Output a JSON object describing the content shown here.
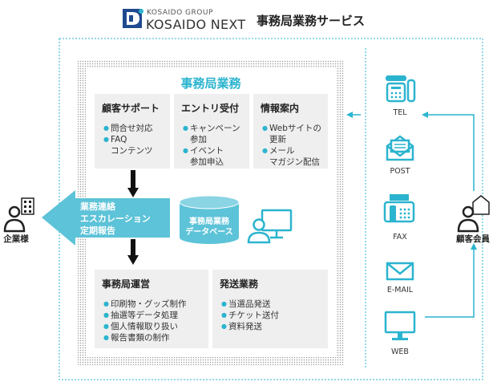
{
  "header": {
    "brand_small": "KOSAIDO GROUP",
    "brand_large": "KOSAIDO NEXT",
    "title": "事務局業務サービス"
  },
  "center": {
    "title": "事務局業務",
    "cards_top": [
      {
        "title": "顧客サポート",
        "items": [
          "問合せ対応",
          "FAQ\nコンテンツ"
        ]
      },
      {
        "title": "エントリ受付",
        "items": [
          "キャンペーン\n参加",
          "イベント\n参加申込"
        ]
      },
      {
        "title": "情報案内",
        "items": [
          "Webサイトの\n更新",
          "メール\nマガジン配信"
        ]
      }
    ],
    "arrow_text": "業務連絡\nエスカレーション\n定期報告",
    "database": "事務局業務\nデータベース",
    "cards_bottom": [
      {
        "title": "事務局運営",
        "items": [
          "印刷物・グッズ制作",
          "抽選等データ処理",
          "個人情報取り扱い",
          "報告書類の制作"
        ]
      },
      {
        "title": "発送業務",
        "items": [
          "当選品発送",
          "チケット送付",
          "資料発送"
        ]
      }
    ]
  },
  "channels": [
    {
      "label": "TEL",
      "icon": "telephone-icon"
    },
    {
      "label": "POST",
      "icon": "envelope-icon"
    },
    {
      "label": "FAX",
      "icon": "fax-icon"
    },
    {
      "label": "E-MAIL",
      "icon": "email-icon"
    },
    {
      "label": "WEB",
      "icon": "monitor-icon"
    }
  ],
  "actors": {
    "company": "企業様",
    "customer": "顧客会員"
  },
  "colors": {
    "accent": "#2bb4cf",
    "card": "#efefef",
    "dots": "#9a9a9a"
  }
}
